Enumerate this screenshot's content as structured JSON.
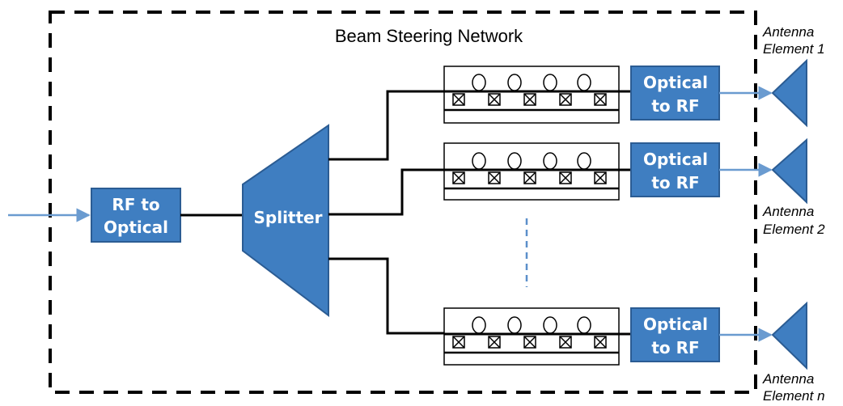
{
  "title": "Beam Steering Network",
  "blocks": {
    "rf_to_optical": [
      "RF to",
      "Optical"
    ],
    "splitter": "Splitter",
    "optical_to_rf": [
      "Optical",
      "to RF"
    ]
  },
  "antennas": [
    [
      "Antenna",
      "Element 1"
    ],
    [
      "Antenna",
      "Element 2"
    ],
    [
      "Antenna",
      "Element n"
    ]
  ],
  "colors": {
    "block_fill": "#3f7ec1",
    "block_stroke": "#2b5c93",
    "signal_arrow": "#6a9bd0",
    "wire": "#000000"
  },
  "icons": {
    "input_arrow": "arrow-right-icon",
    "antenna": "antenna-triangle-icon",
    "delay_line": "delay-line-icon",
    "ellipsis": "vertical-dashed-ellipsis-icon"
  }
}
